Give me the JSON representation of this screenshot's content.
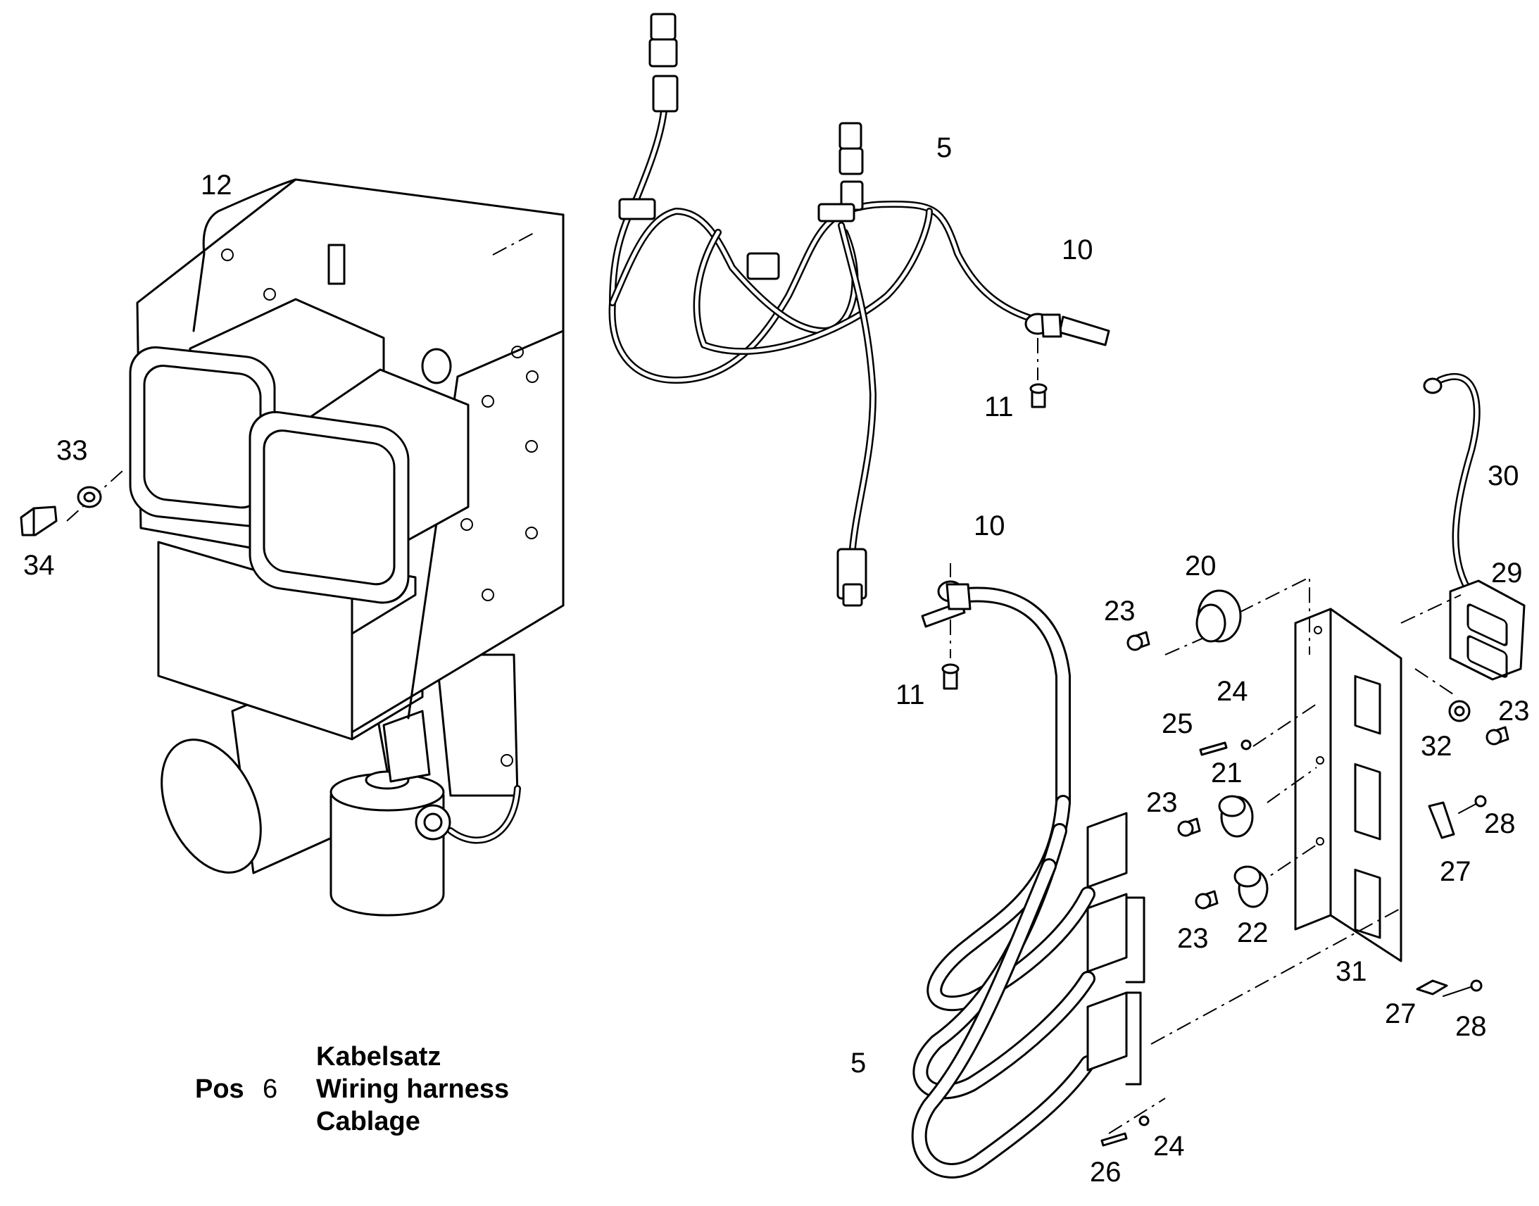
{
  "callouts": {
    "c12": "12",
    "c5_top": "5",
    "c10_top": "10",
    "c11_top": "11",
    "c33": "33",
    "c34": "34",
    "c30": "30",
    "c29": "29",
    "c10_mid": "10",
    "c11_mid": "11",
    "c20": "20",
    "c23_a": "23",
    "c24_a": "24",
    "c25": "25",
    "c23_b": "23",
    "c32": "32",
    "c21": "21",
    "c23_c": "23",
    "c28_a": "28",
    "c27_a": "27",
    "c23_d": "23",
    "c22": "22",
    "c31": "31",
    "c27_b": "27",
    "c28_b": "28",
    "c5_bottom": "5",
    "c24_b": "24",
    "c26": "26"
  },
  "legend": {
    "pos_label": "Pos",
    "pos_number": "6",
    "line_de": "Kabelsatz",
    "line_en": "Wiring harness",
    "line_fr": "Cablage"
  }
}
